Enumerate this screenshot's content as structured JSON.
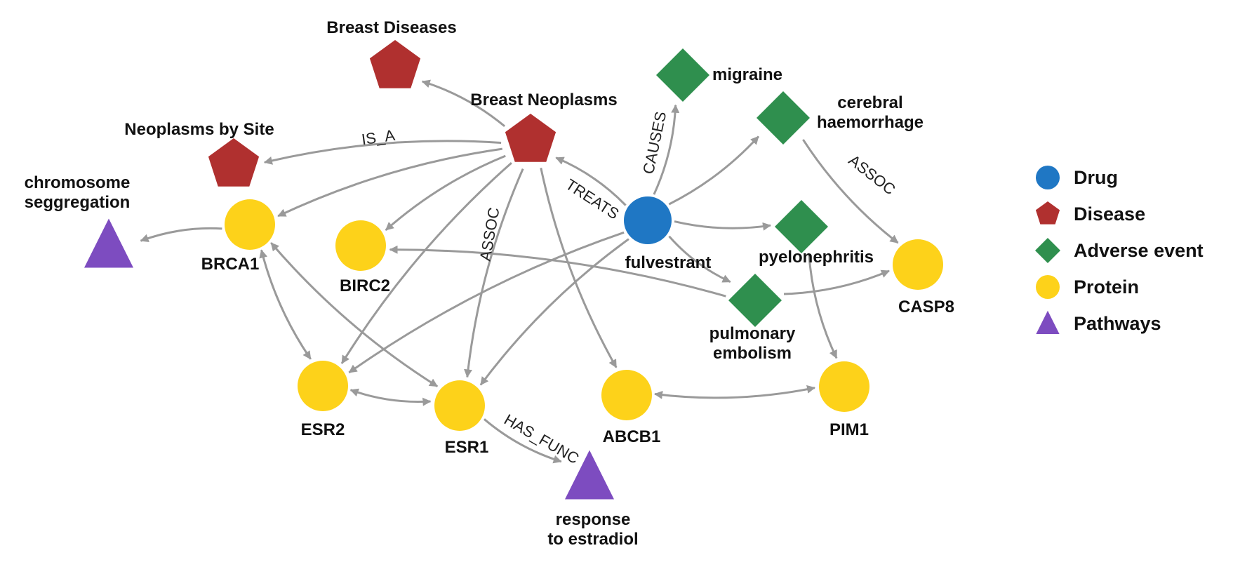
{
  "colors": {
    "drug": "#1f77c4",
    "disease": "#b0302f",
    "adverse_event": "#2f8f4e",
    "protein": "#fdd21a",
    "pathway": "#7d4cc0",
    "edge": "#9a9a9a"
  },
  "legend": [
    {
      "type": "drug",
      "label": "Drug"
    },
    {
      "type": "disease",
      "label": "Disease"
    },
    {
      "type": "adverse_event",
      "label": "Adverse event"
    },
    {
      "type": "protein",
      "label": "Protein"
    },
    {
      "type": "pathway",
      "label": "Pathways"
    }
  ],
  "nodes": [
    {
      "id": "fulvestrant",
      "type": "drug",
      "label": [
        "fulvestrant"
      ]
    },
    {
      "id": "breast_diseases",
      "type": "disease",
      "label": [
        "Breast Diseases"
      ]
    },
    {
      "id": "breast_neoplasms",
      "type": "disease",
      "label": [
        "Breast Neoplasms"
      ]
    },
    {
      "id": "neoplasms_by_site",
      "type": "disease",
      "label": [
        "Neoplasms by Site"
      ]
    },
    {
      "id": "migraine",
      "type": "adverse_event",
      "label": [
        "migraine"
      ]
    },
    {
      "id": "cerebral_haemorrhage",
      "type": "adverse_event",
      "label": [
        "cerebral",
        "haemorrhage"
      ]
    },
    {
      "id": "pyelonephritis",
      "type": "adverse_event",
      "label": [
        "pyelonephritis"
      ]
    },
    {
      "id": "pulmonary_embolism",
      "type": "adverse_event",
      "label": [
        "pulmonary",
        "embolism"
      ]
    },
    {
      "id": "brca1",
      "type": "protein",
      "label": [
        "BRCA1"
      ]
    },
    {
      "id": "birc2",
      "type": "protein",
      "label": [
        "BIRC2"
      ]
    },
    {
      "id": "casp8",
      "type": "protein",
      "label": [
        "CASP8"
      ]
    },
    {
      "id": "esr2",
      "type": "protein",
      "label": [
        "ESR2"
      ]
    },
    {
      "id": "esr1",
      "type": "protein",
      "label": [
        "ESR1"
      ]
    },
    {
      "id": "abcb1",
      "type": "protein",
      "label": [
        "ABCB1"
      ]
    },
    {
      "id": "pim1",
      "type": "protein",
      "label": [
        "PIM1"
      ]
    },
    {
      "id": "chromosome_seggregation",
      "type": "pathway",
      "label": [
        "chromosome",
        "seggregation"
      ]
    },
    {
      "id": "response_to_estradiol",
      "type": "pathway",
      "label": [
        "response",
        "to estradiol"
      ]
    }
  ],
  "edges": [
    {
      "from": "breast_neoplasms",
      "to": "breast_diseases",
      "arrow": "end"
    },
    {
      "from": "breast_neoplasms",
      "to": "neoplasms_by_site",
      "arrow": "end",
      "label": "IS_A"
    },
    {
      "from": "fulvestrant",
      "to": "breast_neoplasms",
      "arrow": "end",
      "label": "TREATS"
    },
    {
      "from": "breast_neoplasms",
      "to": "brca1",
      "arrow": "end"
    },
    {
      "from": "breast_neoplasms",
      "to": "birc2",
      "arrow": "end"
    },
    {
      "from": "breast_neoplasms",
      "to": "esr2",
      "arrow": "end"
    },
    {
      "from": "breast_neoplasms",
      "to": "esr1",
      "arrow": "end",
      "label": "ASSOC"
    },
    {
      "from": "breast_neoplasms",
      "to": "abcb1",
      "arrow": "end"
    },
    {
      "from": "fulvestrant",
      "to": "migraine",
      "arrow": "end",
      "label": "CAUSES"
    },
    {
      "from": "fulvestrant",
      "to": "cerebral_haemorrhage",
      "arrow": "end"
    },
    {
      "from": "fulvestrant",
      "to": "pyelonephritis",
      "arrow": "end"
    },
    {
      "from": "fulvestrant",
      "to": "pulmonary_embolism",
      "arrow": "end"
    },
    {
      "from": "fulvestrant",
      "to": "esr2",
      "arrow": "end"
    },
    {
      "from": "fulvestrant",
      "to": "esr1",
      "arrow": "end"
    },
    {
      "from": "cerebral_haemorrhage",
      "to": "casp8",
      "arrow": "end",
      "label": "ASSOC"
    },
    {
      "from": "pyelonephritis",
      "to": "pim1",
      "arrow": "end"
    },
    {
      "from": "pulmonary_embolism",
      "to": "birc2",
      "arrow": "end"
    },
    {
      "from": "pulmonary_embolism",
      "to": "casp8",
      "arrow": "end"
    },
    {
      "from": "brca1",
      "to": "chromosome_seggregation",
      "arrow": "end"
    },
    {
      "from": "brca1",
      "to": "esr2",
      "arrow": "both"
    },
    {
      "from": "brca1",
      "to": "esr1",
      "arrow": "both"
    },
    {
      "from": "esr2",
      "to": "esr1",
      "arrow": "both"
    },
    {
      "from": "abcb1",
      "to": "pim1",
      "arrow": "both"
    },
    {
      "from": "esr1",
      "to": "response_to_estradiol",
      "arrow": "end",
      "label": "HAS_FUNC"
    }
  ]
}
